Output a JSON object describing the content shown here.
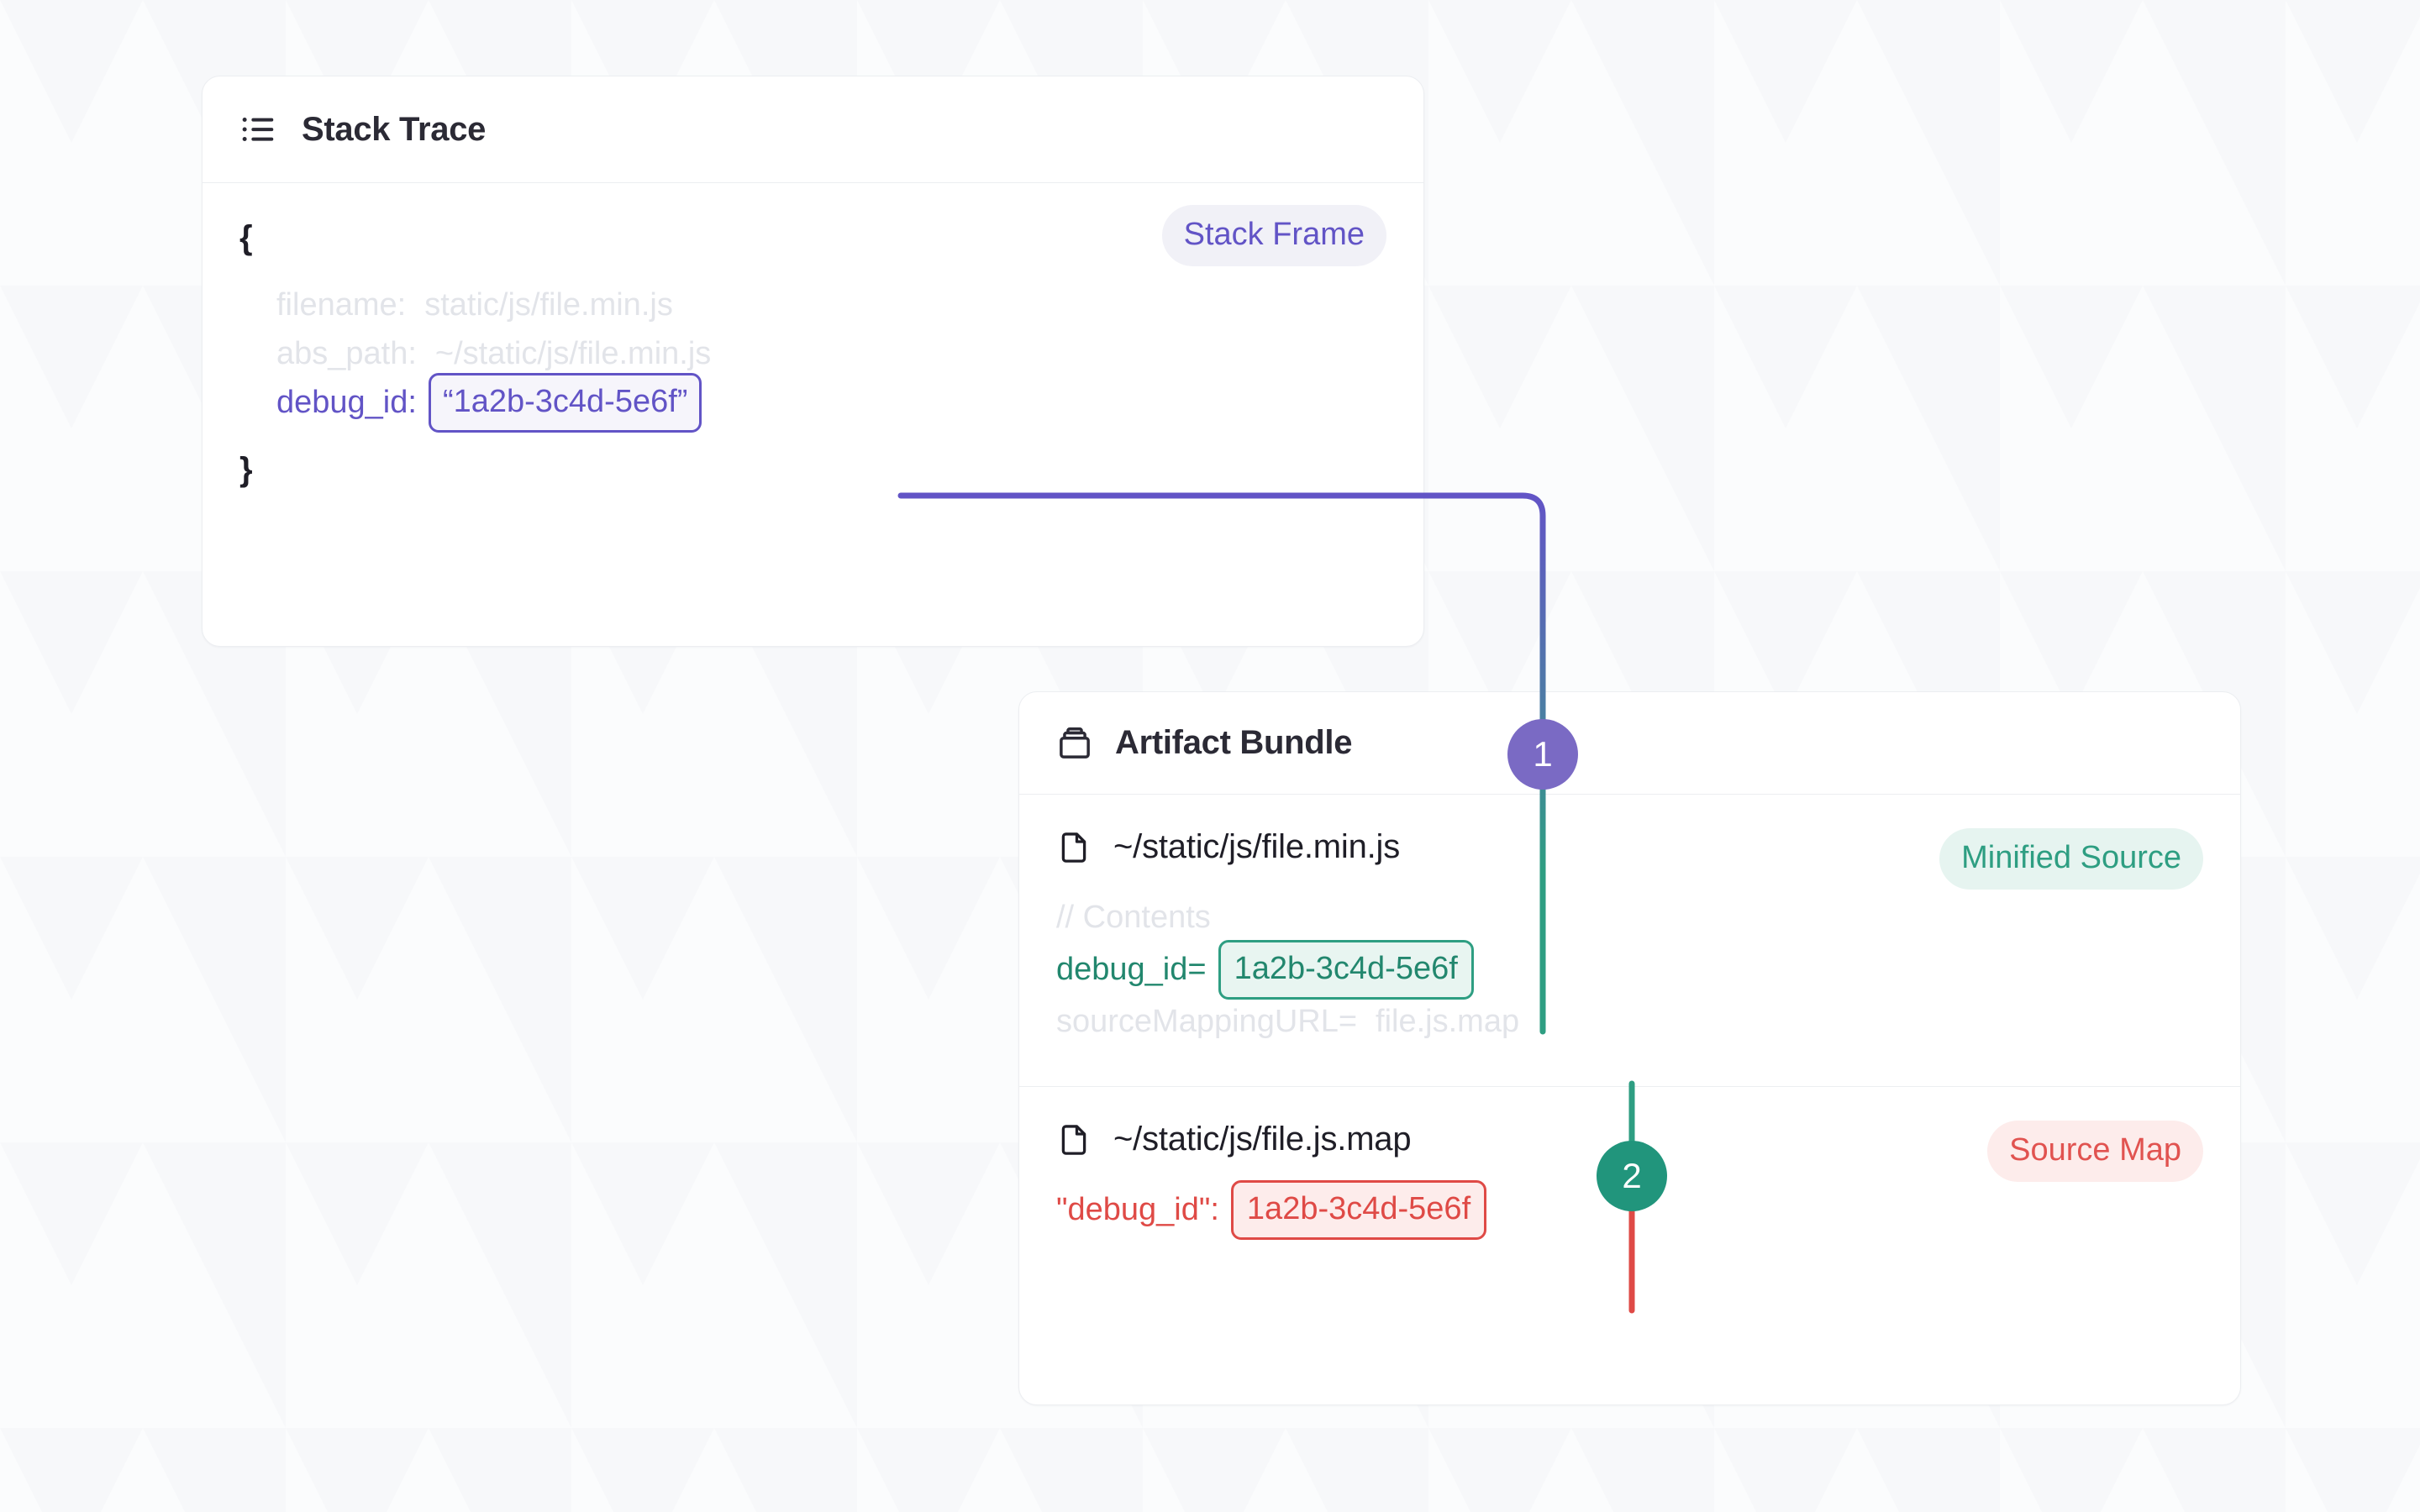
{
  "colors": {
    "background": "#f7f8fa",
    "panel_bg": "#ffffff",
    "panel_border": "#eceef1",
    "purple": "#6254c6",
    "purple_badge": "#7a6ac4",
    "teal": "#2e9e82",
    "teal_badge": "#21957c",
    "red": "#df4a46",
    "dim_text": "#e2e4e9",
    "title_text": "#2b2a35"
  },
  "stack_trace": {
    "title": "Stack Trace",
    "icon": "list-icon",
    "badge": "Stack Frame",
    "open_brace": "{",
    "close_brace": "}",
    "fields": [
      {
        "key": "filename:",
        "value": "static/js/file.min.js",
        "style": "dim"
      },
      {
        "key": "abs_path:",
        "value": "~/static/js/file.min.js",
        "style": "dim"
      },
      {
        "key": "debug_id:",
        "value": "“1a2b-3c4d-5e6f”",
        "style": "highlight-purple"
      }
    ]
  },
  "artifact_bundle": {
    "title": "Artifact Bundle",
    "icon": "package-icon",
    "files": [
      {
        "name": "~/static/js/file.min.js",
        "icon": "file-icon",
        "badge": "Minified Source",
        "badge_style": "teal",
        "lines": [
          {
            "key": "// Contents",
            "value": "",
            "style": "dim"
          },
          {
            "key": "debug_id=",
            "value": "1a2b-3c4d-5e6f",
            "style": "highlight-teal"
          },
          {
            "key": "sourceMappingURL=",
            "value": "file.js.map",
            "style": "dim"
          }
        ]
      },
      {
        "name": "~/static/js/file.js.map",
        "icon": "file-icon",
        "badge": "Source Map",
        "badge_style": "red",
        "lines": [
          {
            "key": "\"debug_id\":",
            "value": "1a2b-3c4d-5e6f",
            "style": "highlight-red"
          }
        ]
      }
    ]
  },
  "steps": [
    {
      "number": "1",
      "color": "#7a6ac4"
    },
    {
      "number": "2",
      "color": "#21957c"
    }
  ]
}
